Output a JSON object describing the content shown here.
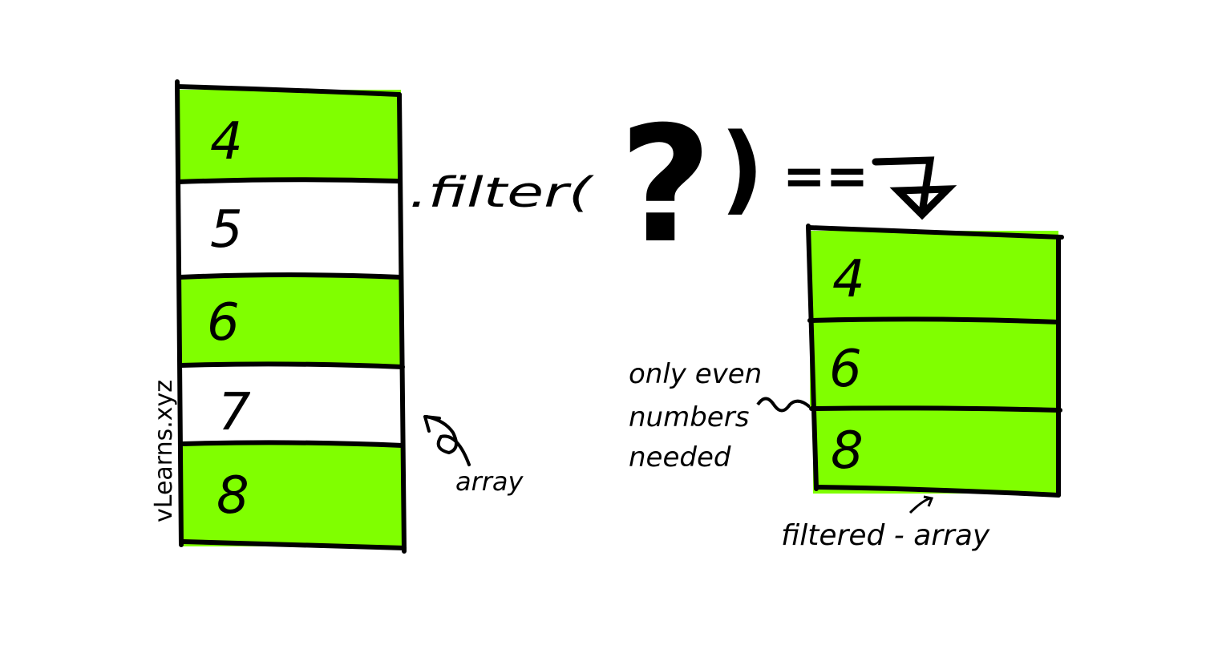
{
  "colors": {
    "highlight": "#80ff00",
    "ink": "#000000",
    "background": "#ffffff"
  },
  "source_array": {
    "label": "array",
    "items": [
      {
        "value": "4",
        "highlighted": true
      },
      {
        "value": "5",
        "highlighted": false
      },
      {
        "value": "6",
        "highlighted": true
      },
      {
        "value": "7",
        "highlighted": false
      },
      {
        "value": "8",
        "highlighted": true
      }
    ]
  },
  "expression": {
    "method": ".filter(",
    "question": "?",
    "close": ")",
    "equals": "=="
  },
  "note": {
    "lines": [
      "only even",
      "numbers",
      "needed"
    ]
  },
  "result_array": {
    "label": "filtered - array",
    "items": [
      {
        "value": "4"
      },
      {
        "value": "6"
      },
      {
        "value": "8"
      }
    ]
  },
  "watermark": "vLearns.xyz"
}
